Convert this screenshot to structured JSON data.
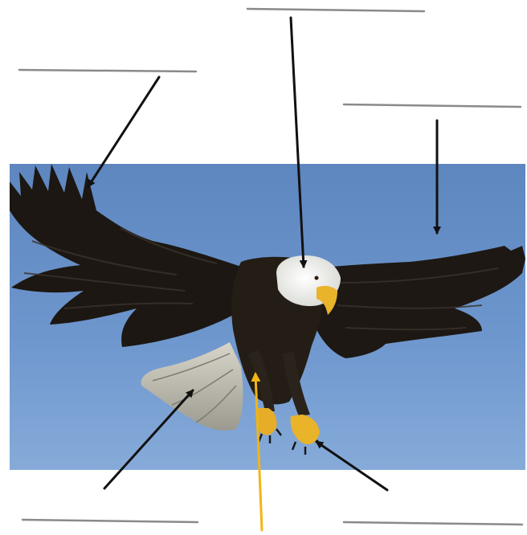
{
  "worksheet": {
    "labels": [
      {
        "id": "wing-feathers",
        "text": ""
      },
      {
        "id": "head",
        "text": ""
      },
      {
        "id": "wing",
        "text": ""
      },
      {
        "id": "tail",
        "text": ""
      },
      {
        "id": "body",
        "text": ""
      },
      {
        "id": "talons",
        "text": ""
      }
    ]
  },
  "colors": {
    "sky_top": "#5e86bf",
    "sky_bottom": "#7fa7d8",
    "feather_dark": "#1c1712",
    "head_white": "#f4f4f2",
    "beak_yellow": "#e9b32a",
    "arrow_black": "#111111",
    "arrow_yellow": "#f2b516",
    "answer_line": "#8a8a8a"
  },
  "icons": [
    "bald-eagle-photo",
    "arrow-icon"
  ]
}
